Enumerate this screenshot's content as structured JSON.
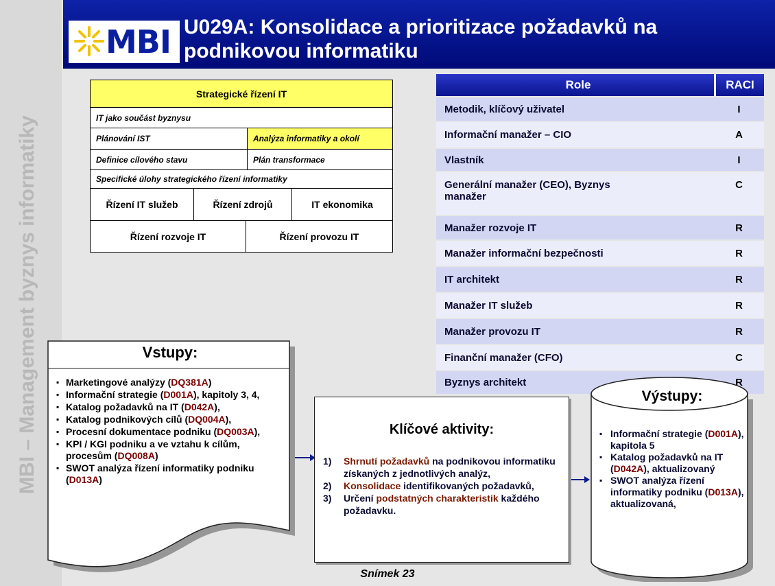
{
  "header": {
    "logo_text": "MBI",
    "title": "U029A: Konsolidace a prioritizace požadavků na podnikovou informatiku"
  },
  "sidebar": {
    "vertical_text": "MBI – Management byznys informatiky"
  },
  "strategic": {
    "title": "Strategické řízení IT",
    "row1": "IT jako součást byznysu",
    "row2": [
      "Plánování IST",
      "Analýza informatiky a okolí"
    ],
    "row3": [
      "Definice cílového stavu",
      "Plán transformace"
    ],
    "row4": "Specifické úlohy strategického řízení informatiky",
    "row5": [
      "Řízení IT služeb",
      "Řízení  zdrojů",
      "IT ekonomika"
    ],
    "row6": [
      "Řízení rozvoje IT",
      "Řízení provozu IT"
    ]
  },
  "raci": {
    "headers": [
      "Role",
      "RACI"
    ],
    "rows": [
      {
        "role": "Metodik, klíčový uživatel",
        "raci": "I"
      },
      {
        "role": "Informační manažer – CIO",
        "raci": "A"
      },
      {
        "role": "Vlastník",
        "raci": "I"
      },
      {
        "role": "Generální manažer (CEO), Byznys manažer",
        "raci": "C"
      },
      {
        "role": "Manažer rozvoje IT",
        "raci": "R"
      },
      {
        "role": "Manažer informační  bezpečnosti",
        "raci": "R"
      },
      {
        "role": "IT architekt",
        "raci": "R"
      },
      {
        "role": "Manažer IT služeb",
        "raci": "R"
      },
      {
        "role": "Manažer provozu IT",
        "raci": "R"
      },
      {
        "role": "Finanční manažer (CFO)",
        "raci": "C"
      },
      {
        "role": "Byznys architekt",
        "raci": "R"
      }
    ]
  },
  "vstupy": {
    "title": "Vstupy:",
    "items": [
      {
        "text": "Marketingové analýzy (",
        "code": "DQ381A",
        "after": ")"
      },
      {
        "text": "Informační strategie (",
        "code": "D001A",
        "after": "), kapitoly 3, 4,"
      },
      {
        "text": "Katalog požadavků na IT (",
        "code": "D042A",
        "after": "),"
      },
      {
        "text": "Katalog podnikových cílů (",
        "code": "DQ004A",
        "after": "),"
      },
      {
        "text": "Procesní dokumentace podniku (",
        "code": "DQ003A",
        "after": "),"
      },
      {
        "text": "KPI / KGI podniku a ve vztahu k cílům, procesům (",
        "code": "DQ008A",
        "after": ")"
      },
      {
        "text": "SWOT analýza řízení informatiky podniku (",
        "code": "D013A",
        "after": ")"
      }
    ]
  },
  "klicove": {
    "title": "Klíčové aktivity:",
    "items": [
      {
        "num": "1)",
        "hl": "Shrnutí požadavků",
        "rest": " na podnikovou informatiku získaných z jednotlivých analýz,"
      },
      {
        "num": "2)",
        "hl": "Konsolidace",
        "rest": " identifikovaných požadavků,"
      },
      {
        "num": "3)",
        "pre": "Určení ",
        "hl": "podstatných charakteristik",
        "rest": " každého požadavku."
      }
    ]
  },
  "vystupy": {
    "title": "Výstupy:",
    "items": [
      {
        "text": "Informační strategie (",
        "code": "D001A",
        "after": "), kapitola 5"
      },
      {
        "text": "Katalog požadavků na IT (",
        "code": "D042A",
        "after": "), aktualizovaný"
      },
      {
        "text": "SWOT analýza řízení informatiky podniku (",
        "code": "D013A",
        "after": "), aktualizovaná,"
      }
    ]
  },
  "footer": "Snímek  23",
  "colors": {
    "header_blue": "#000a78",
    "highlight_yellow": "#ffff66",
    "code_red": "#7a0000"
  }
}
